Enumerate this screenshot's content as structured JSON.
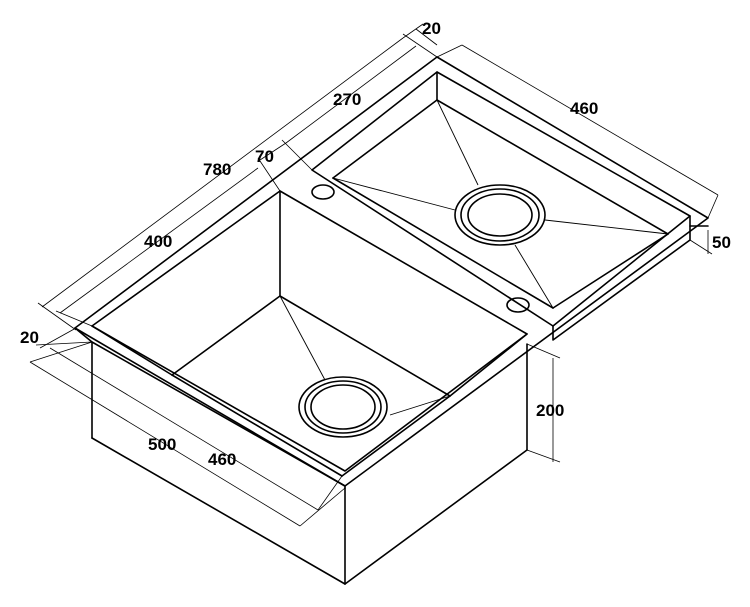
{
  "dimensions": {
    "overall_length": "780",
    "top_gap": "20",
    "small_bowl_length": "270",
    "divider_offset": "70",
    "large_bowl_length": "400",
    "left_rim": "20",
    "width_overall": "500",
    "width_bowl": "460",
    "small_bowl_width": "460",
    "small_bowl_depth": "50",
    "large_bowl_depth": "200"
  },
  "colors": {
    "line": "#000000",
    "background": "#ffffff"
  }
}
